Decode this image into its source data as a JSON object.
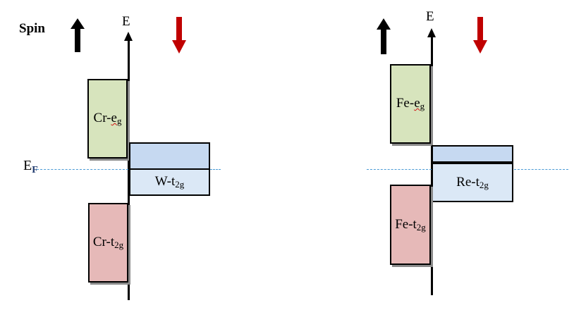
{
  "spin_label": "Spin",
  "energy_axis_label": "E",
  "fermi_level": {
    "main": "E",
    "sub": "F"
  },
  "spin_arrows": {
    "up": {
      "name": "spin-up",
      "color": "#000000"
    },
    "down": {
      "name": "spin-down",
      "color": "#c00000"
    }
  },
  "panels": [
    {
      "id": "Cr-W",
      "bands": [
        {
          "name": "Cr-eg",
          "main": "Cr-",
          "sub_base": "e",
          "sub": "g",
          "spin": "up",
          "color": "#d7e4bd"
        },
        {
          "name": "W-t2g-occupied-top",
          "main": "",
          "sub": "",
          "spin": "down",
          "color": "#c6d9f1"
        },
        {
          "name": "W-t2g",
          "main": "W-t",
          "sub": "2g",
          "spin": "down",
          "color": "#dbe8f6"
        },
        {
          "name": "Cr-t2g",
          "main": "Cr-t",
          "sub": "2g",
          "spin": "up",
          "color": "#e6b9b8"
        }
      ]
    },
    {
      "id": "Fe-Re",
      "bands": [
        {
          "name": "Fe-eg",
          "main": "Fe-",
          "sub_base": "e",
          "sub": "g",
          "spin": "up",
          "color": "#d7e4bd"
        },
        {
          "name": "Re-t2g-top",
          "main": "",
          "sub": "",
          "spin": "down",
          "color": "#c6d9f1"
        },
        {
          "name": "Re-t2g",
          "main": "Re-t",
          "sub": "2g",
          "spin": "down",
          "color": "#dbe8f6"
        },
        {
          "name": "Fe-t2g",
          "main": "Fe-t",
          "sub": "2g",
          "spin": "up",
          "color": "#e6b9b8"
        }
      ]
    }
  ]
}
